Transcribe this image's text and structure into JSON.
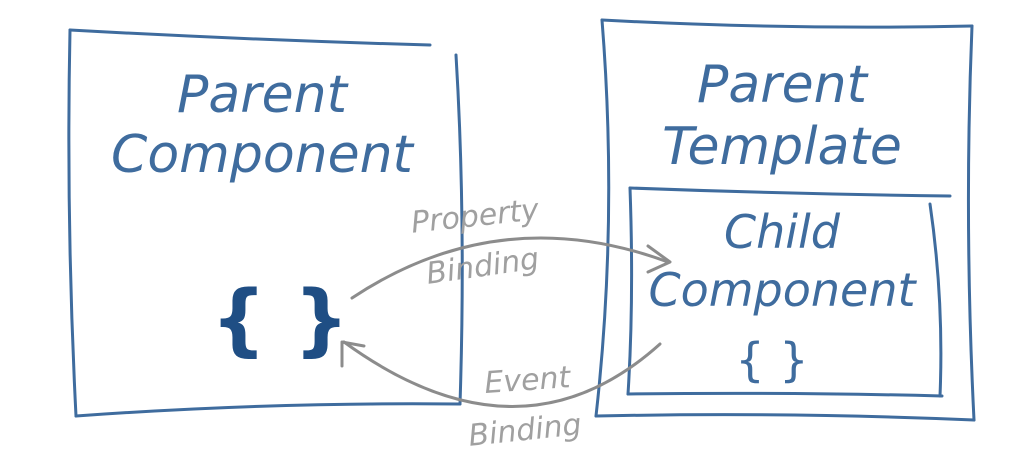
{
  "parent_component": {
    "title_line1": "Parent",
    "title_line2": "Component",
    "braces": "{ }"
  },
  "parent_template": {
    "title_line1": "Parent",
    "title_line2": "Template"
  },
  "child_component": {
    "title_line1": "Child",
    "title_line2": "Component",
    "braces": "{ }"
  },
  "property_binding": {
    "line1": "Property",
    "line2": "Binding"
  },
  "event_binding": {
    "line1": "Event",
    "line2": "Binding"
  },
  "colors": {
    "box_stroke": "#3f6c9e",
    "title_text": "#3f6c9e",
    "braces_dark": "#1f4e84",
    "arrow": "#8c8c8c",
    "arrow_label": "#a0a0a0"
  }
}
